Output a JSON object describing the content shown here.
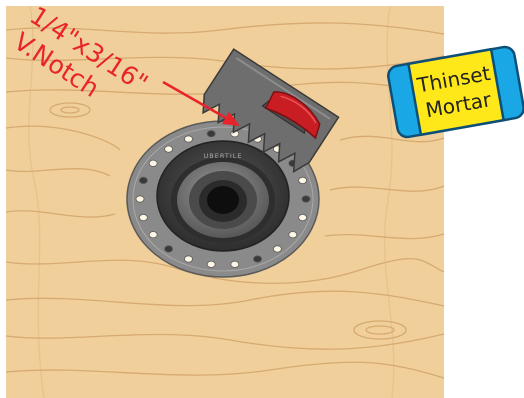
{
  "callout": {
    "line1": "1/4\"x3/16\"",
    "line2": "V.Notch"
  },
  "product_label": {
    "line1": "Thinset",
    "line2": "Mortar"
  },
  "drain_brand": "UBERTILE",
  "colors": {
    "plywood": "#f0cf9a",
    "plywood_grain": "#d4a66c",
    "callout_red": "#e8242b",
    "label_yellow": "#ffe81a",
    "label_blue": "#1aa7e6",
    "trowel_gray": "#6e6e6e",
    "handle_red": "#c81d22",
    "flange_gray": "#8a8a8a"
  },
  "icons": [
    "trowel-icon",
    "floor-drain-icon",
    "mortar-bag-icon"
  ]
}
